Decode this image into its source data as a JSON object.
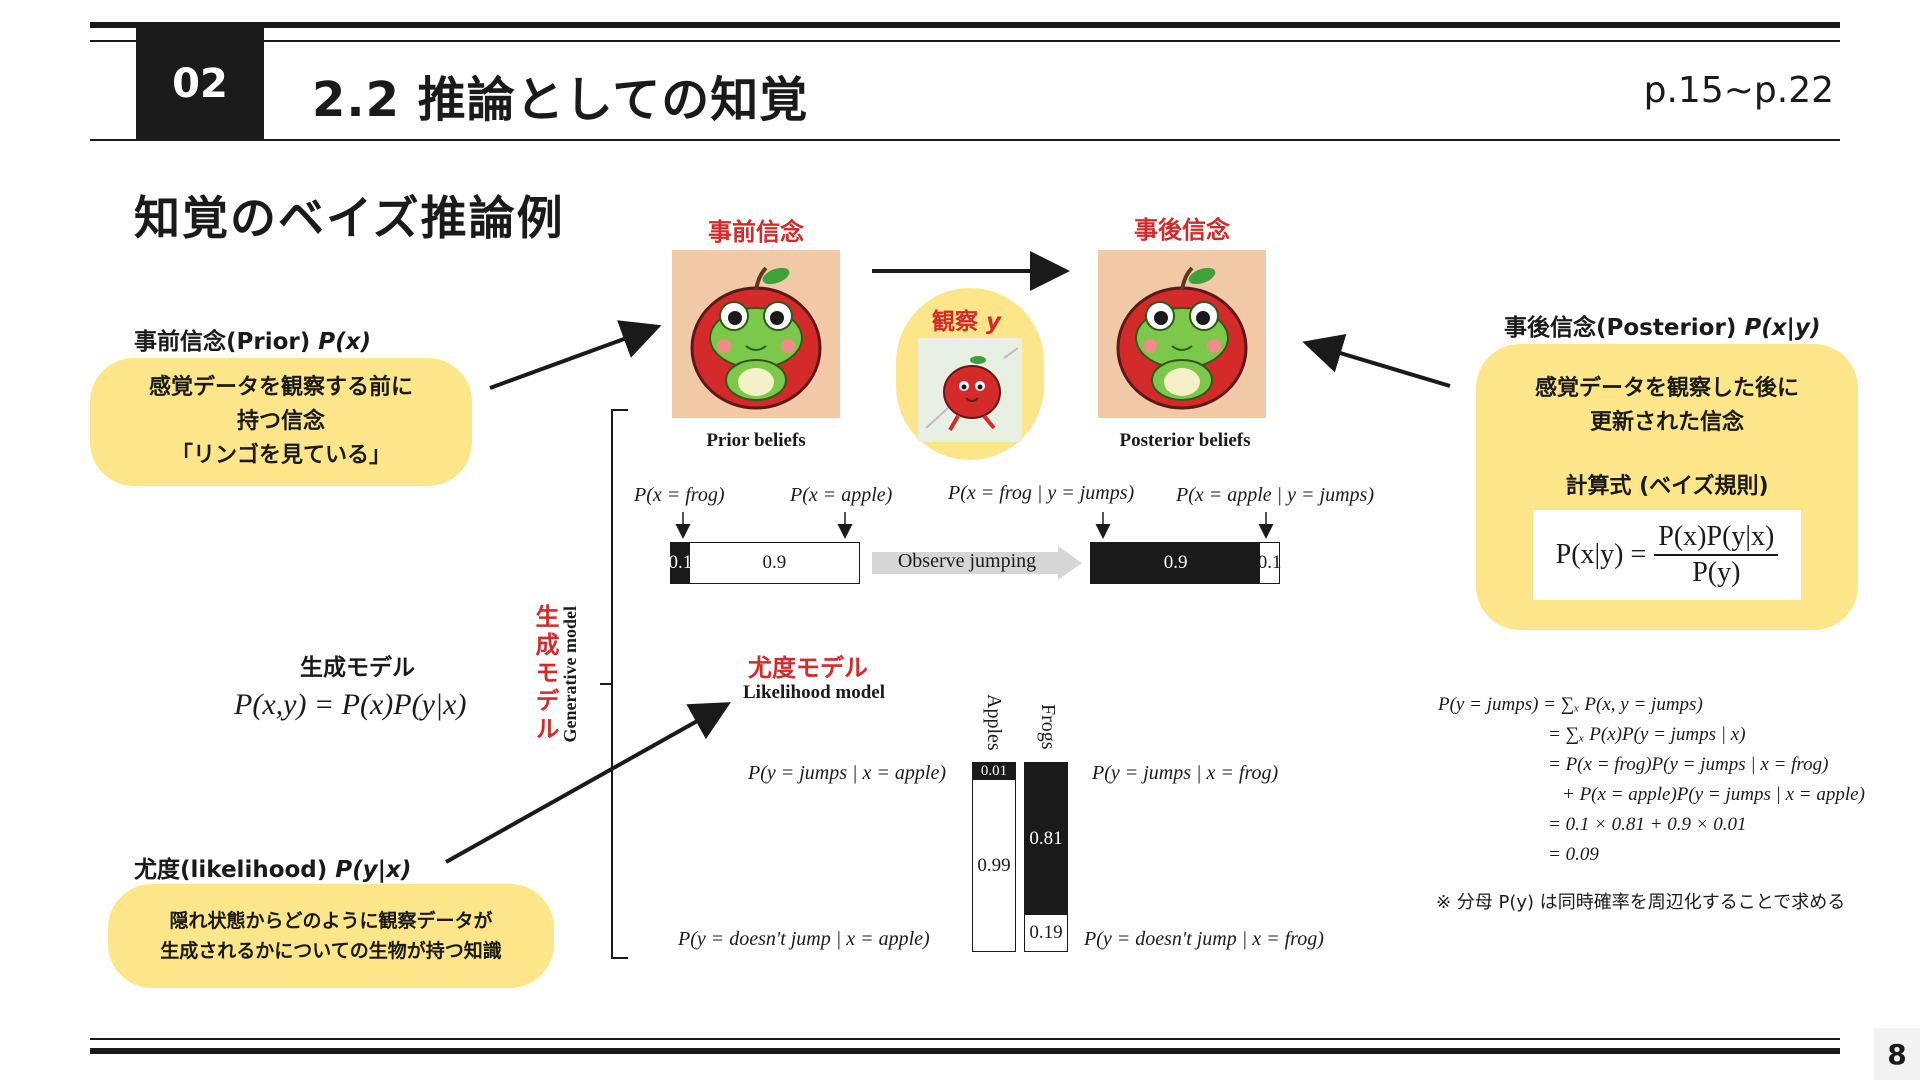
{
  "header": {
    "section_number": "02",
    "title": "2.2 推論としての知覚",
    "pages": "p.15~p.22"
  },
  "slide_number": "8",
  "heading": "知覚のベイズ推論例",
  "prior": {
    "label_jp": "事前信念(Prior) ",
    "label_math": "P(x)",
    "bubble_lines": [
      "感覚データを観察する前に",
      "持つ信念",
      "「リンゴを見ている」"
    ],
    "image_title": "事前信念",
    "caption": "Prior beliefs"
  },
  "observation": {
    "label": "観察 ",
    "label_var": "y"
  },
  "posterior": {
    "label_jp": "事後信念(Posterior) ",
    "label_math": "P(x|y)",
    "image_title": "事後信念",
    "caption": "Posterior beliefs",
    "bubble_lines": [
      "感覚データを観察した後に",
      "更新された信念"
    ],
    "formula_title": "計算式 (ベイズ規則)",
    "formula_lhs": "P(x|y) =",
    "formula_num": "P(x)P(y|x)",
    "formula_den": "P(y)"
  },
  "bars": {
    "prior_frog_label": "P(x = frog)",
    "prior_apple_label": "P(x = apple)",
    "post_frog_label": "P(x = frog | y = jumps)",
    "post_apple_label": "P(x = apple | y = jumps)",
    "prior_frog": 0.1,
    "prior_apple": 0.9,
    "prior_frog_text": "0.1",
    "prior_apple_text": "0.9",
    "post_frog": 0.9,
    "post_apple": 0.1,
    "post_frog_text": "0.9",
    "post_apple_text": "0.1",
    "observe_label": "Observe jumping"
  },
  "generative": {
    "label_jp": "生成モデル",
    "formula": "P(x,y) = P(x)P(y|x)",
    "vertical_jp": "生成モデル",
    "vertical_en": "Generative model"
  },
  "likelihood": {
    "title_jp": "尤度モデル",
    "title_en": "Likelihood model",
    "col_apples": "Apples",
    "col_frogs": "Frogs",
    "apples_jump": 0.01,
    "apples_nojump": 0.99,
    "frogs_jump": 0.81,
    "frogs_nojump": 0.19,
    "apples_jump_text": "0.01",
    "apples_nojump_text": "0.99",
    "frogs_jump_text": "0.81",
    "frogs_nojump_text": "0.19",
    "lbl_jump_apple": "P(y = jumps | x = apple)",
    "lbl_jump_frog": "P(y = jumps | x = frog)",
    "lbl_nojump_apple": "P(y = doesn't jump | x = apple)",
    "lbl_nojump_frog": "P(y = doesn't jump | x = frog)",
    "label_jp": "尤度(likelihood) ",
    "label_math": "P(y|x)",
    "bubble_lines": [
      "隠れ状態からどのように観察データが",
      "生成されるかについての生物が持つ知識"
    ]
  },
  "evidence": {
    "lines": [
      "P(y = jumps) = ∑ₓ P(x, y = jumps)",
      "= ∑ₓ P(x)P(y = jumps | x)",
      "= P(x = frog)P(y = jumps | x = frog)",
      "+ P(x = apple)P(y = jumps | x = apple)",
      "= 0.1 × 0.81 + 0.9 × 0.01",
      "= 0.09"
    ],
    "note": "※ 分母 P(y) は同時確率を周辺化することで求める"
  },
  "colors": {
    "accent_red": "#d42a2a",
    "bubble_yellow": "#fde68a",
    "dark": "#1a1a1a"
  }
}
